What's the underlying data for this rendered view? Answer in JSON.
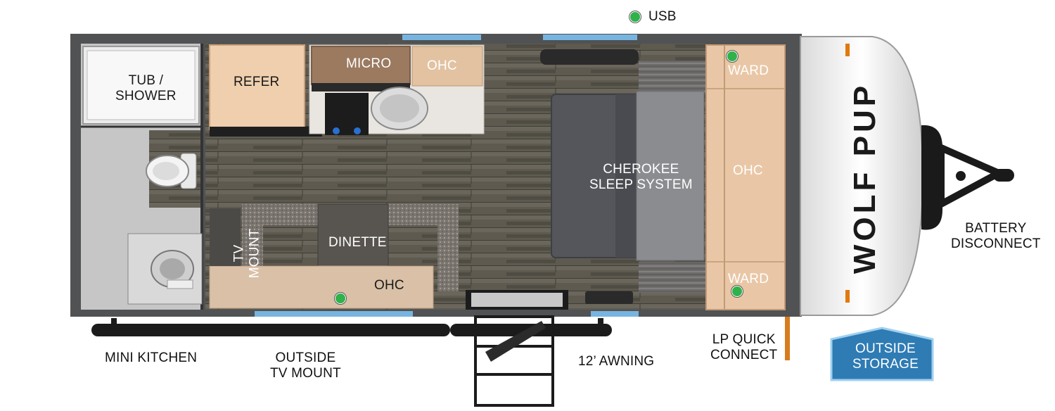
{
  "colors": {
    "usb_dot": "#2fb24a",
    "floor": "#5e5a50",
    "wall": "#505254",
    "cabinet": "#e6c7a7",
    "storage_fill": "#2f7bb4",
    "window": "#78b4e0"
  },
  "legend": {
    "usb_label": "USB",
    "usb_icon": "green-dot"
  },
  "rooms": {
    "tub_shower_line1": "TUB /",
    "tub_shower_line2": "SHOWER",
    "refer": "REFER",
    "micro": "MICRO",
    "ohc_kitchen": "OHC",
    "sleep_line1": "CHEROKEE",
    "sleep_line2": "SLEEP SYSTEM",
    "ward_top": "WARD",
    "ohc_front": "OHC",
    "ward_bottom": "WARD",
    "tv_mount_line1": "TV",
    "tv_mount_line2": "MOUNT",
    "dinette": "DINETTE",
    "ohc_dinette": "OHC"
  },
  "brand": {
    "logo_text": "WOLF PUP"
  },
  "callouts": {
    "battery_line1": "BATTERY",
    "battery_line2": "DISCONNECT",
    "mini_kitchen": "MINI KITCHEN",
    "outside_tv_line1": "OUTSIDE",
    "outside_tv_line2": "TV MOUNT",
    "awning": "12’ AWNING",
    "lp_line1": "LP QUICK",
    "lp_line2": "CONNECT",
    "storage_line1": "OUTSIDE",
    "storage_line2": "STORAGE"
  }
}
